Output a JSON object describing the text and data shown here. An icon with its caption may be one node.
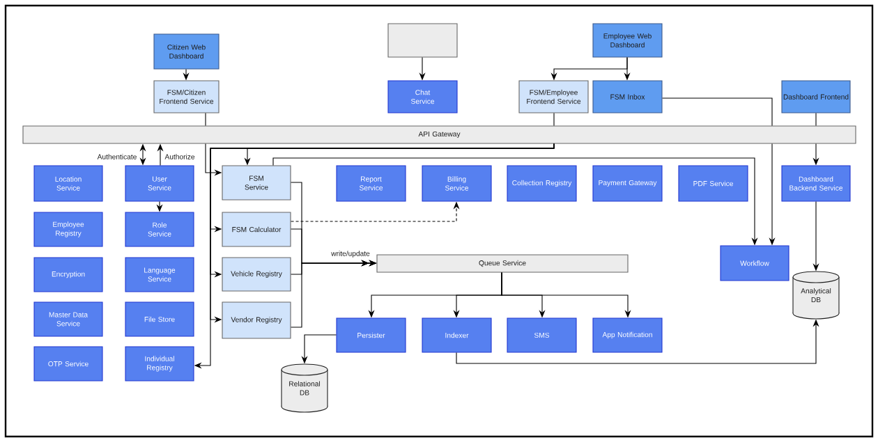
{
  "diagram": {
    "nodes": [
      {
        "text": [
          "Citizen Web Dashboard"
        ]
      },
      {
        "text": [
          "FSM/Citizen Frontend Service"
        ]
      },
      {
        "text": [],
        "shape": "box"
      },
      {
        "text": [
          "Chat Service"
        ]
      },
      {
        "text": [
          "Employee Web Dashboard"
        ]
      },
      {
        "text": [
          "FSM/Employee Frontend Service"
        ]
      },
      {
        "text": [
          "FSM Inbox"
        ]
      },
      {
        "text": [
          "Dashboard Frontend"
        ]
      },
      {
        "text": [
          "API Gateway"
        ]
      },
      {
        "text": [
          "Location Service"
        ]
      },
      {
        "text": [
          "User Service"
        ]
      },
      {
        "text": [
          "FSM Service"
        ]
      },
      {
        "text": [
          "Report Service"
        ]
      },
      {
        "text": [
          "Billing Service"
        ]
      },
      {
        "text": [
          "Collection Registry"
        ]
      },
      {
        "text": [
          "Payment Gateway"
        ]
      },
      {
        "text": [
          "PDF Service"
        ]
      },
      {
        "text": [
          "Dashboard Backend Service"
        ]
      },
      {
        "text": [
          "Employee Registry"
        ]
      },
      {
        "text": [
          "Role Service"
        ]
      },
      {
        "text": [
          "FSM Calculator"
        ]
      },
      {
        "text": [
          "Encryption"
        ]
      },
      {
        "text": [
          "Language Service"
        ]
      },
      {
        "text": [
          "Vehicle Registry"
        ]
      },
      {
        "text": [
          "Queue Service"
        ]
      },
      {
        "text": [
          "Workflow"
        ]
      },
      {
        "text": [
          "Analytical DB"
        ]
      },
      {
        "text": [
          "Master Data Service"
        ]
      },
      {
        "text": [
          "File Store"
        ]
      },
      {
        "text": [
          "Vendor Registry"
        ]
      },
      {
        "text": [
          "Persister"
        ]
      },
      {
        "text": [
          "Indexer"
        ]
      },
      {
        "text": [
          "SMS"
        ]
      },
      {
        "text": [
          "App Notification"
        ]
      },
      {
        "text": [
          "OTP Service"
        ]
      },
      {
        "text": [
          "Individual Registry"
        ]
      },
      {
        "text": [
          "Relational DB"
        ]
      }
    ],
    "edges": [
      {
        "from": 0,
        "to": 1,
        "arrow": "to"
      },
      {
        "from": 2,
        "to": 3,
        "arrow": "to"
      },
      {
        "from": 4,
        "to": 5,
        "arrow": "to"
      },
      {
        "from": 4,
        "to": 6,
        "arrow": "to"
      },
      {
        "from": 1,
        "to": 8,
        "arrow": "none"
      },
      {
        "from": 8,
        "to": 11,
        "arrow": "to"
      },
      {
        "from": 5,
        "to": 8,
        "arrow": "none"
      },
      {
        "from": 8,
        "to": 11,
        "arrow": "to"
      },
      {
        "from": 8,
        "to": 20,
        "arrow": "to"
      },
      {
        "from": 8,
        "to": 23,
        "arrow": "to"
      },
      {
        "from": 8,
        "to": 29,
        "arrow": "to"
      },
      {
        "from": 8,
        "to": 35,
        "arrow": "to"
      },
      {
        "from": 7,
        "to": 8,
        "arrow": "none"
      },
      {
        "from": 8,
        "to": 17,
        "arrow": "to"
      },
      {
        "from": 8,
        "to": 10,
        "arrow": "both",
        "label": "Authenticate"
      },
      {
        "from": 10,
        "to": 8,
        "arrow": "to",
        "label": "Authorize"
      },
      {
        "from": 10,
        "to": 19,
        "arrow": "to"
      },
      {
        "from": 6,
        "to": 8,
        "arrow": "none"
      },
      {
        "from": 8,
        "to": 25,
        "arrow": "to"
      },
      {
        "from": 11,
        "to": 25,
        "arrow": "to"
      },
      {
        "from": 20,
        "to": 13,
        "arrow": "to",
        "style": "dashed"
      },
      {
        "from": 11,
        "to": 24,
        "arrow": "to",
        "label": "write/update"
      },
      {
        "from": 20,
        "to": 24,
        "arrow": "to"
      },
      {
        "from": 23,
        "to": 24,
        "arrow": "to"
      },
      {
        "from": 29,
        "to": 24,
        "arrow": "to"
      },
      {
        "from": 24,
        "to": 30,
        "arrow": "to"
      },
      {
        "from": 24,
        "to": 31,
        "arrow": "to"
      },
      {
        "from": 24,
        "to": 32,
        "arrow": "to"
      },
      {
        "from": 24,
        "to": 33,
        "arrow": "to"
      },
      {
        "from": 30,
        "to": 36,
        "arrow": "to"
      },
      {
        "from": 31,
        "to": 26,
        "arrow": "to"
      },
      {
        "from": 17,
        "to": 26,
        "arrow": "to"
      }
    ]
  }
}
